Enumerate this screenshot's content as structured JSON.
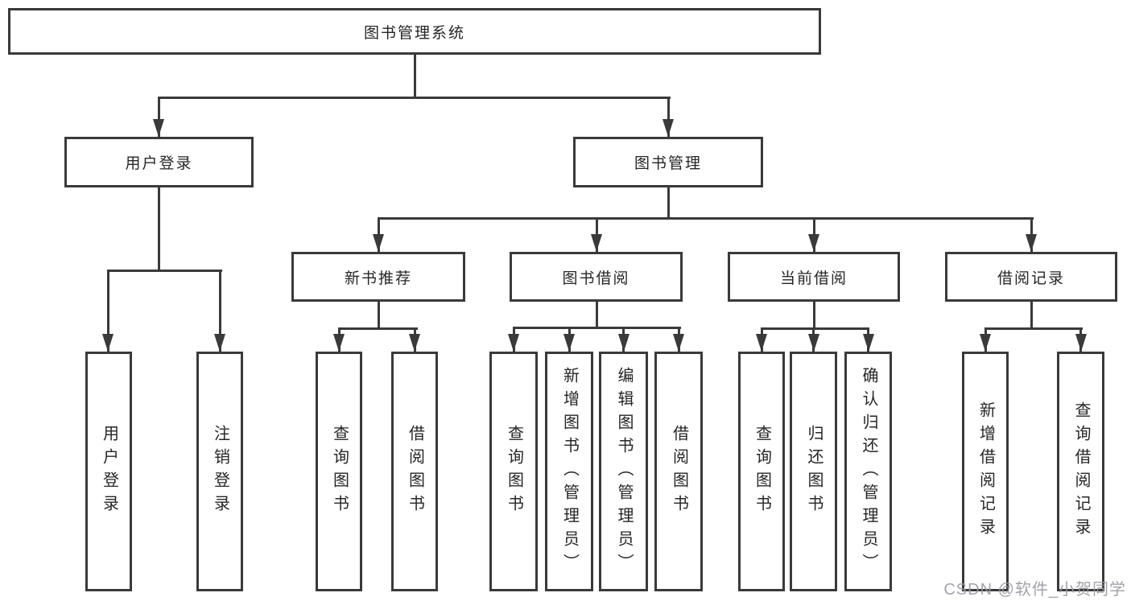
{
  "diagram": {
    "root": "图书管理系统",
    "nodes": {
      "user_login": {
        "label": "用户登录",
        "children": [
          "用户登录",
          "注销登录"
        ]
      },
      "book_management": {
        "label": "图书管理"
      },
      "new_book_recommend": {
        "label": "新书推荐",
        "children": [
          "查询图书",
          "借阅图书"
        ]
      },
      "book_borrowing": {
        "label": "图书借阅",
        "children": [
          "查询图书",
          "新增图书（管理员）",
          "编辑图书（管理员）",
          "借阅图书"
        ]
      },
      "current_borrowing": {
        "label": "当前借阅",
        "children": [
          "查询图书",
          "归还图书",
          "确认归还（管理员）"
        ]
      },
      "borrowing_records": {
        "label": "借阅记录",
        "children": [
          "新增借阅记录",
          "查询借阅记录"
        ]
      }
    }
  },
  "watermark": "CSDN @软件_小贺同学",
  "colors": {
    "line": "#3a3a3a",
    "text": "#262626",
    "background": "#ffffff",
    "watermark": "#9898a2"
  }
}
